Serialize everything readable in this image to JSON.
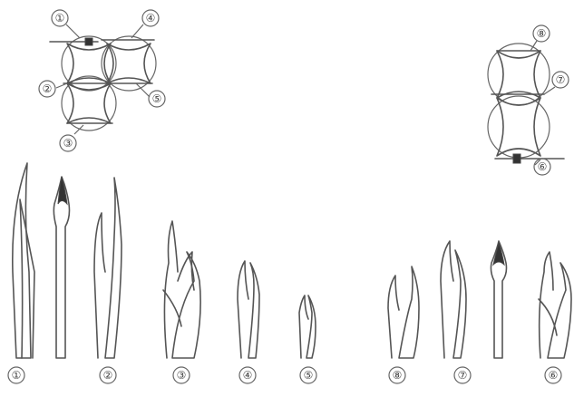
{
  "diagram": {
    "top_left_callouts": [
      "①",
      "④",
      "②",
      "⑤",
      "③"
    ],
    "top_right_callouts": [
      "⑧",
      "⑦",
      "⑥"
    ],
    "bottom_labels": [
      "①",
      "②",
      "③",
      "④",
      "⑤",
      "⑧",
      "⑦",
      "⑥"
    ]
  }
}
